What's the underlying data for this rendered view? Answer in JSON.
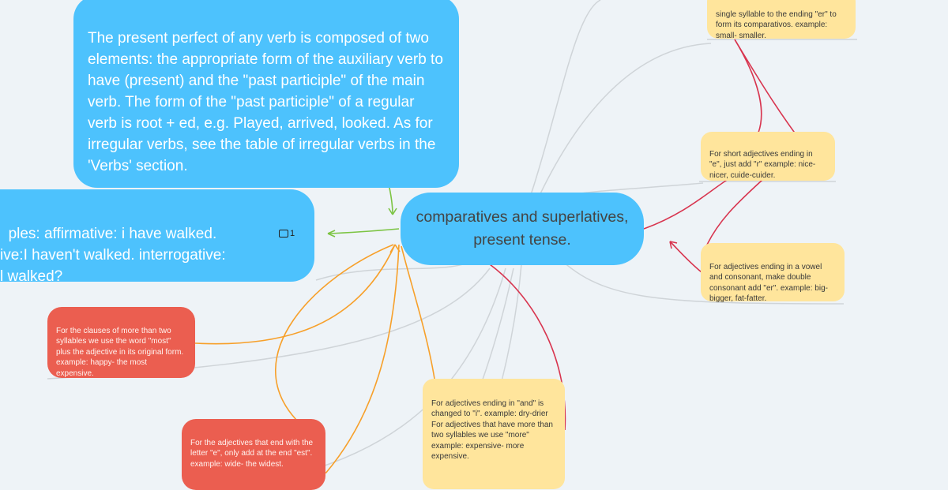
{
  "central_topic": "comparatives and superlatives, present tense.",
  "nodes": {
    "present_perfect": "The present perfect of any verb is composed of two elements: the appropriate form of the auxiliary verb to have (present) and the \"past participle\" of the main verb. The form of the \"past participle\" of a regular verb is root + ed, e.g. Played, arrived, looked. As for irregular verbs, see the table of irregular verbs in the 'Verbs' section.",
    "examples": "ples: affirmative: i have walked.\nive:I haven't walked. interrogative:\nl walked?",
    "examples_comment_count": "1",
    "single_syllable": "single syllable to the ending \"er\" to form its comparativos. example: small- smaller.",
    "ending_e": "For short adjectives ending in \"e\", just add \"r\" example: nice-nicer, cuide-cuider.",
    "vowel_consonant": "For adjectives ending in a vowel and consonant, make double consonant add \"er\". example: big-bigger, fat-fatter.",
    "ending_and": "For adjectives ending in \"and\" is changed to \"i\". example: dry-drier\nFor adjectives that have more than two syllables we use \"more\"\nexample: expensive- more expensive.",
    "most": "For the clauses of more than two syllables we use the word \"most\" plus the adjective in its original form. example: happy- the most expensive.",
    "est": "For the adjectives that end with the letter \"e\", only add at the end \"est\". example: wide- the widest."
  },
  "colors": {
    "background": "#eef3f7",
    "blue": "#4dc2fd",
    "yellow": "#ffe59c",
    "red": "#eb5e50",
    "link_red": "#d8354f",
    "link_orange": "#f7a02a",
    "link_green": "#7cc443",
    "link_grey": "#cfd4d8"
  }
}
